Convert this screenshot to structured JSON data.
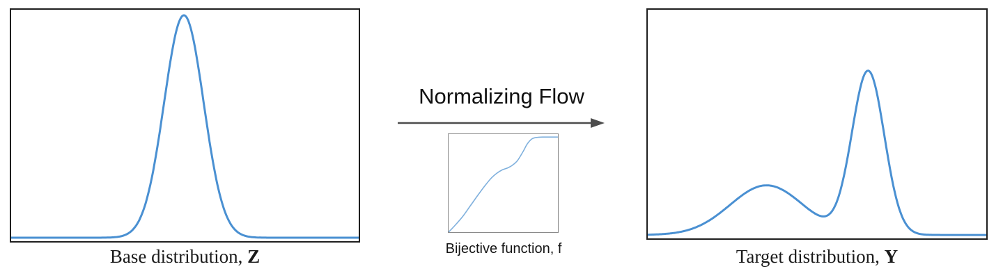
{
  "left_panel": {
    "caption_text": "Base distribution, ",
    "caption_symbol": "Z"
  },
  "middle": {
    "title": "Normalizing Flow",
    "box_caption": "Bijective function, f"
  },
  "right_panel": {
    "caption_text": "Target distribution, ",
    "caption_symbol": "Y"
  },
  "colors": {
    "curve_blue": "#4a90d2",
    "curve_light_blue": "#7fb0dd",
    "arrow_gray": "#4d4d4d",
    "panel_border": "#1f1f1f",
    "box_border": "#8a8a8a",
    "text": "#1a1a1a"
  },
  "chart_data": [
    {
      "id": "base",
      "type": "line",
      "title": "Base distribution, Z",
      "description": "Unimodal Gaussian density, no axes or tick labels shown",
      "axes": "hidden",
      "model": "gaussian-mixture",
      "baseline": 0.985,
      "components": [
        {
          "mean": 0.497,
          "sigma": 0.057,
          "amplitude": 0.961
        }
      ],
      "stroke": "#4a90d2",
      "stroke_width": 3
    },
    {
      "id": "bijective",
      "type": "line",
      "title": "Bijective function, f",
      "description": "Monotonic increasing S-shaped mapping from bottom-left to top-right",
      "axes": "hidden",
      "model": "points",
      "points": [
        [
          0.0,
          0.0
        ],
        [
          0.06,
          0.07
        ],
        [
          0.13,
          0.16
        ],
        [
          0.2,
          0.27
        ],
        [
          0.27,
          0.38
        ],
        [
          0.33,
          0.47
        ],
        [
          0.39,
          0.55
        ],
        [
          0.44,
          0.6
        ],
        [
          0.49,
          0.635
        ],
        [
          0.54,
          0.655
        ],
        [
          0.58,
          0.68
        ],
        [
          0.63,
          0.73
        ],
        [
          0.68,
          0.82
        ],
        [
          0.72,
          0.9
        ],
        [
          0.76,
          0.95
        ],
        [
          0.8,
          0.965
        ],
        [
          0.86,
          0.97
        ],
        [
          1.0,
          0.97
        ]
      ],
      "stroke": "#7fb0dd",
      "stroke_width": 1.6
    },
    {
      "id": "target",
      "type": "line",
      "title": "Target distribution, Y",
      "description": "Bimodal density: broad low bump on left, tall narrow peak on right",
      "axes": "hidden",
      "model": "gaussian-mixture",
      "baseline": 0.985,
      "components": [
        {
          "mean": 0.351,
          "sigma": 0.108,
          "amplitude": 0.217
        },
        {
          "mean": 0.651,
          "sigma": 0.048,
          "amplitude": 0.714
        }
      ],
      "stroke": "#4a90d2",
      "stroke_width": 3
    }
  ]
}
